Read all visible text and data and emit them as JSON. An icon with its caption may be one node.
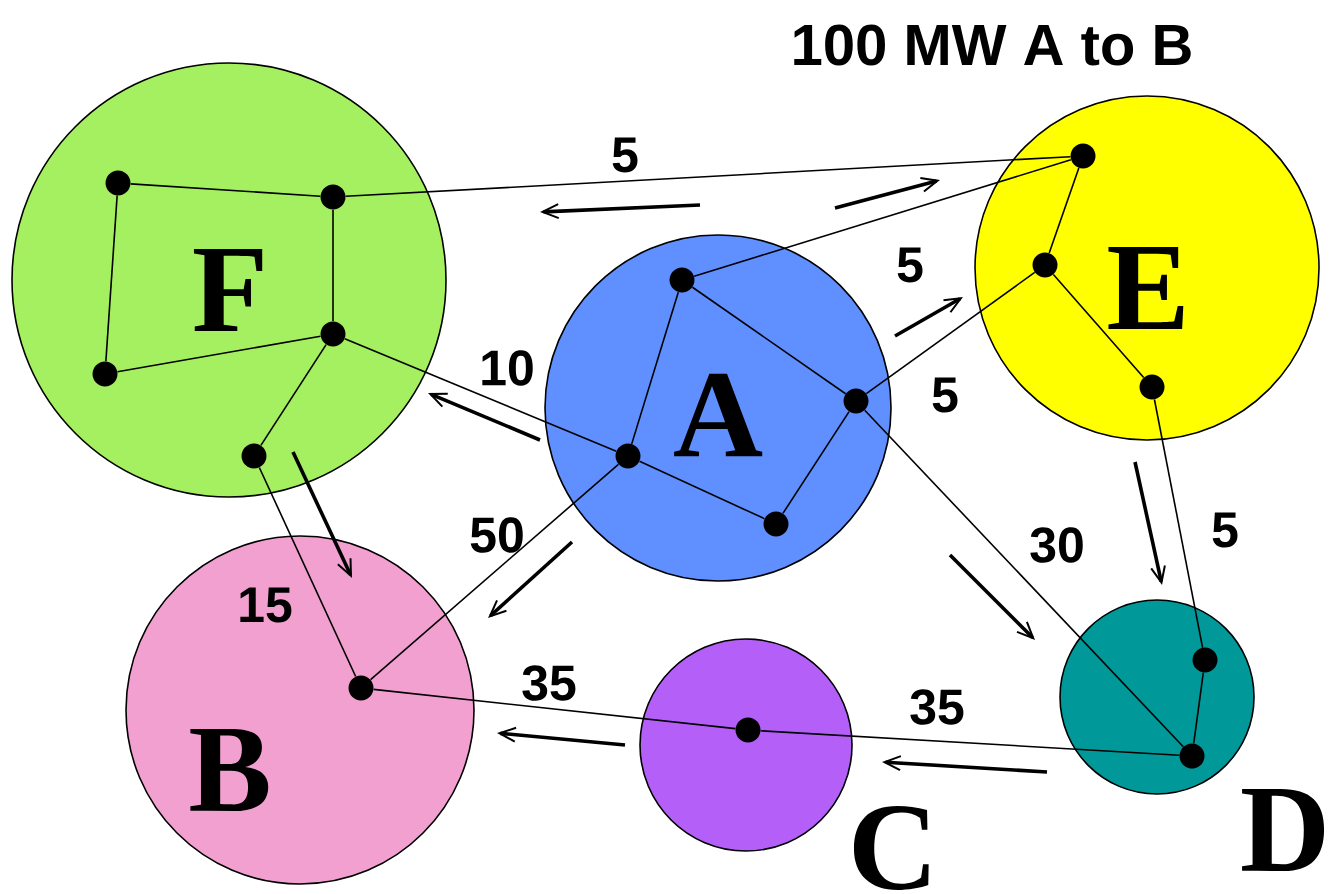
{
  "diagram": {
    "nodes": [
      {
        "text": [
          "F"
        ]
      },
      {
        "text": [],
        "shape": "circle",
        "in": 0
      },
      {
        "text": [],
        "shape": "circle",
        "in": 0
      },
      {
        "text": [],
        "shape": "circle",
        "in": 0
      },
      {
        "text": [],
        "shape": "circle",
        "in": 0
      },
      {
        "text": [],
        "shape": "circle",
        "in": 0
      },
      {
        "text": [
          "E"
        ]
      },
      {
        "text": [],
        "shape": "circle",
        "in": 6
      },
      {
        "text": [],
        "shape": "circle",
        "in": 6
      },
      {
        "text": [],
        "shape": "circle",
        "in": 6
      },
      {
        "text": [
          "A"
        ]
      },
      {
        "text": [],
        "shape": "circle",
        "in": 10
      },
      {
        "text": [],
        "shape": "circle",
        "in": 10
      },
      {
        "text": [],
        "shape": "circle",
        "in": 10
      },
      {
        "text": [],
        "shape": "circle",
        "in": 10
      },
      {
        "text": [
          "B"
        ]
      },
      {
        "text": [],
        "shape": "circle",
        "in": 15
      },
      {
        "text": [
          "C"
        ]
      },
      {
        "text": [],
        "shape": "circle",
        "in": 17
      },
      {
        "text": [
          "D"
        ]
      },
      {
        "text": [],
        "shape": "circle",
        "in": 19
      },
      {
        "text": [],
        "shape": "circle",
        "in": 19
      }
    ],
    "edges": [
      {
        "from": 1,
        "to": 2,
        "arrow": "none"
      },
      {
        "from": 1,
        "to": 3,
        "arrow": "none"
      },
      {
        "from": 2,
        "to": 4,
        "arrow": "none"
      },
      {
        "from": 3,
        "to": 4,
        "arrow": "none"
      },
      {
        "from": 4,
        "to": 5,
        "arrow": "none"
      },
      {
        "from": 2,
        "to": 7,
        "arrow": "none"
      },
      {
        "from": 4,
        "to": 13,
        "arrow": "none"
      },
      {
        "from": 5,
        "to": 16,
        "arrow": "none"
      },
      {
        "from": 11,
        "to": 7,
        "arrow": "none"
      },
      {
        "from": 11,
        "to": 13,
        "arrow": "none"
      },
      {
        "from": 11,
        "to": 12,
        "arrow": "none"
      },
      {
        "from": 12,
        "to": 8,
        "arrow": "none"
      },
      {
        "from": 12,
        "to": 14,
        "arrow": "none"
      },
      {
        "from": 13,
        "to": 14,
        "arrow": "none"
      },
      {
        "from": 13,
        "to": 16,
        "arrow": "none"
      },
      {
        "from": 12,
        "to": 21,
        "arrow": "none"
      },
      {
        "from": 7,
        "to": 8,
        "arrow": "none"
      },
      {
        "from": 8,
        "to": 9,
        "arrow": "none"
      },
      {
        "from": 9,
        "to": 20,
        "arrow": "none"
      },
      {
        "from": 20,
        "to": 21,
        "arrow": "none"
      },
      {
        "from": 21,
        "to": 18,
        "arrow": "none"
      },
      {
        "from": 18,
        "to": 16,
        "arrow": "none"
      }
    ],
    "labels": [
      "100 MW A to B",
      "5",
      "5",
      "10",
      "5",
      "5",
      "50",
      "30",
      "15",
      "35",
      "35"
    ]
  }
}
